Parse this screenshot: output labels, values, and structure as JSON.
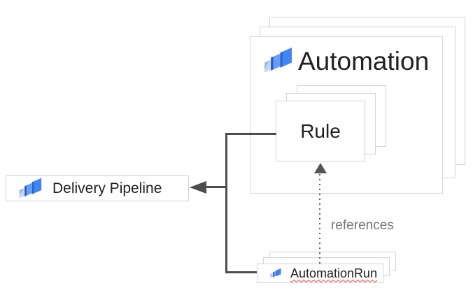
{
  "diagram": {
    "automation": {
      "label": "Automation"
    },
    "rule": {
      "label": "Rule"
    },
    "delivery_pipeline": {
      "label": "Delivery Pipeline"
    },
    "automation_run": {
      "label": "AutomationRun"
    },
    "reference_edge": {
      "label": "references"
    }
  },
  "icons": {
    "node_icon": "cloud-deploy-icon"
  },
  "colors": {
    "box_border": "#d4d4d4",
    "box_fill": "#ffffff",
    "connector": "#4d4d4d",
    "node_label_text": "#212121",
    "edge_label_text": "#757575",
    "spellcheck_underline": "#ff4136",
    "icon_blue_large": "#4285f4",
    "icon_blue_medium": "#669df6",
    "icon_blue_light": "#c6d8f9",
    "icon_fold_dark": "#2a56c6",
    "icon_fold_gray": "#9fb5dc"
  }
}
